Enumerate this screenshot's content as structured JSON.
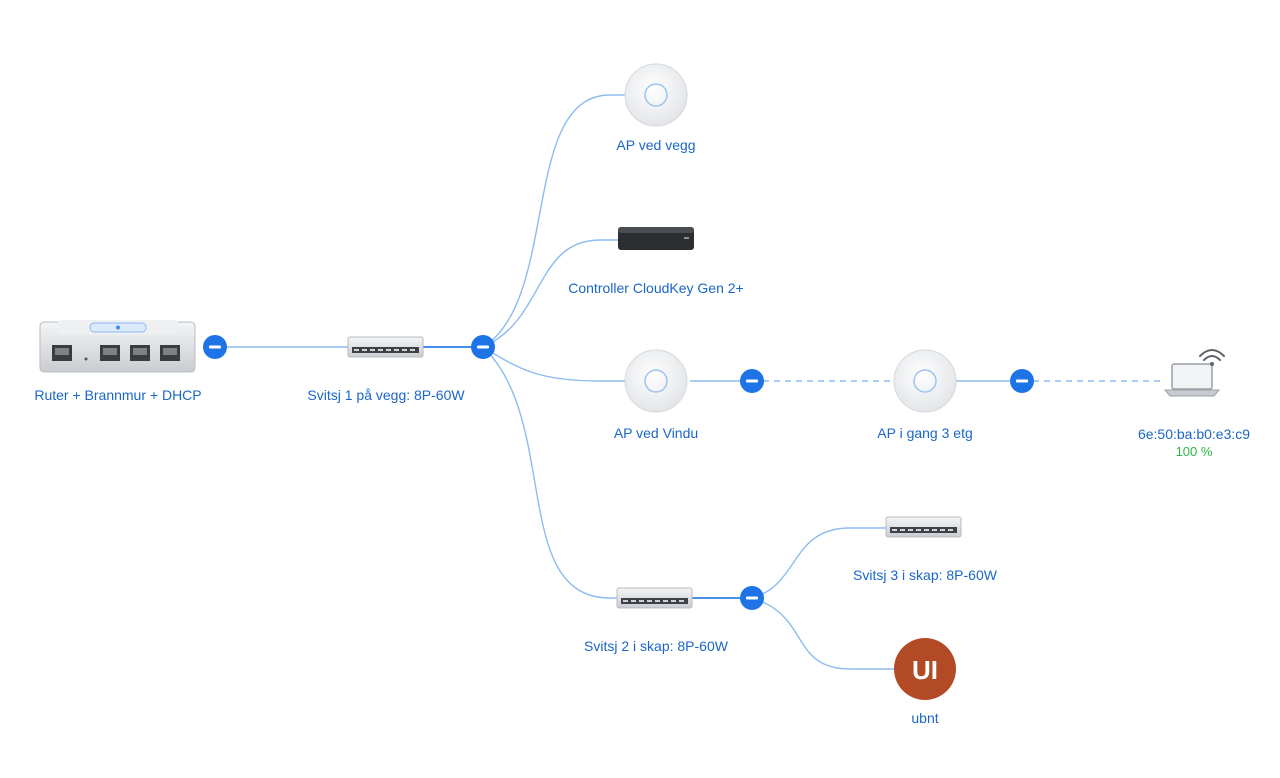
{
  "nodes": {
    "router": {
      "label": "Ruter + Brannmur + DHCP",
      "icon": "router-icon"
    },
    "switch1": {
      "label": "Svitsj 1 på vegg: 8P-60W",
      "icon": "switch-icon"
    },
    "ap_wall": {
      "label": "AP ved vegg",
      "icon": "access-point-icon"
    },
    "cloudkey": {
      "label": "Controller CloudKey Gen 2+",
      "icon": "cloudkey-icon"
    },
    "ap_window": {
      "label": "AP ved Vindu",
      "icon": "access-point-icon"
    },
    "ap_hall": {
      "label": "AP i gang 3 etg",
      "icon": "access-point-icon"
    },
    "client": {
      "label": "6e:50:ba:b0:e3:c9",
      "signal": "100 %",
      "icon": "laptop-wifi-icon"
    },
    "switch2": {
      "label": "Svitsj 2 i skap: 8P-60W",
      "icon": "switch-icon"
    },
    "switch3": {
      "label": "Svitsj 3 i skap: 8P-60W",
      "icon": "switch-icon"
    },
    "ubnt": {
      "label": "ubnt",
      "badge": "UI",
      "icon": "ubiquiti-logo-icon"
    }
  },
  "colors": {
    "link": "#8bbcf0",
    "link_strong": "#2f7fe3",
    "label": "#1a66c9",
    "button": "#1e73e6",
    "signal_ok": "#2db845",
    "ubnt_badge": "#b34a26"
  }
}
